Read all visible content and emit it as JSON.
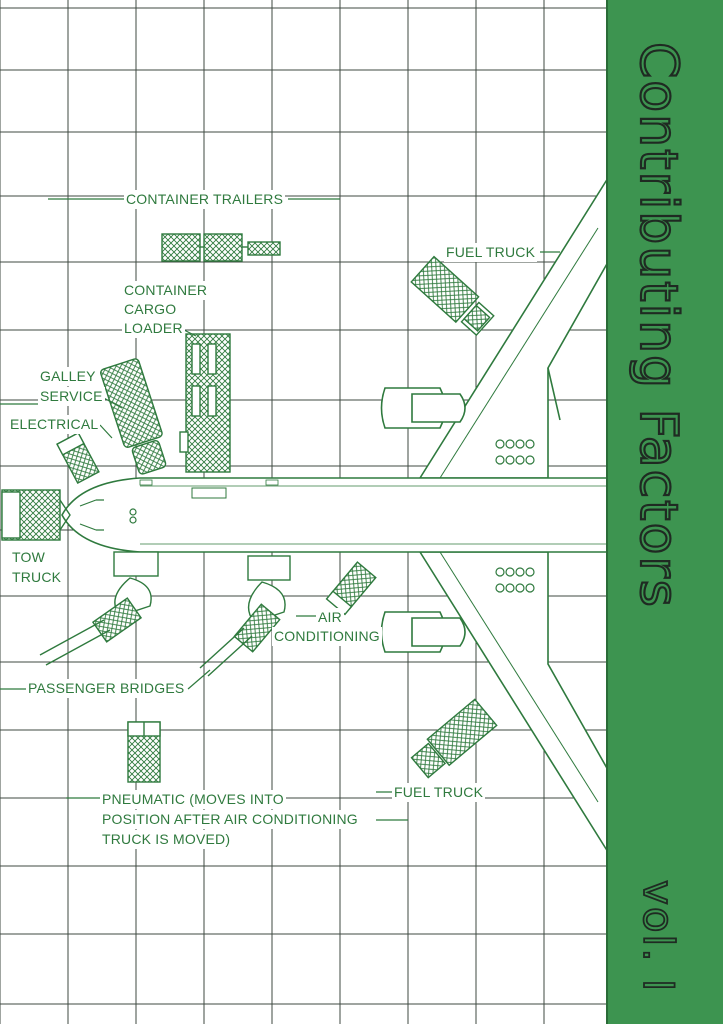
{
  "cover": {
    "title": "Contributing Factors",
    "volume": "vol. I",
    "colors": {
      "accent": "#3d9450",
      "line": "#2f7a3e",
      "grid": "#3f4a42"
    }
  },
  "diagram": {
    "labels": {
      "container_trailers": "CONTAINER TRAILERS",
      "fuel_truck_top": "FUEL TRUCK",
      "container_cargo_loader_1": "CONTAINER",
      "container_cargo_loader_2": "CARGO",
      "container_cargo_loader_3": "LOADER",
      "galley_service_1": "GALLEY",
      "galley_service_2": "SERVICE",
      "electrical": "ELECTRICAL",
      "tow_truck_1": "TOW",
      "tow_truck_2": "TRUCK",
      "air_conditioning_1": "AIR",
      "air_conditioning_2": "CONDITIONING",
      "passenger_bridges": "PASSENGER BRIDGES",
      "pneumatic_1": "PNEUMATIC (MOVES INTO",
      "pneumatic_2": "POSITION AFTER AIR CONDITIONING",
      "pneumatic_3": "TRUCK IS MOVED)",
      "fuel_truck_bottom": "FUEL TRUCK"
    }
  }
}
